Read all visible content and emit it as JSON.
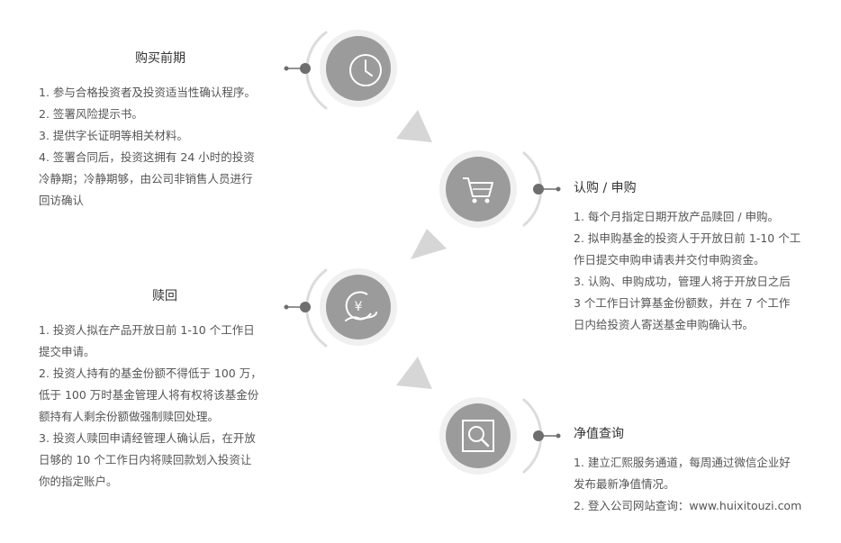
{
  "steps": [
    {
      "id": "purchase",
      "icon": "clock-icon",
      "title": "购买前期",
      "lines": [
        "1. 参与合格投资者及投资适当性确认程序。",
        "2. 签署风险提示书。",
        "3. 提供字长证明等相关材料。",
        "4. 签署合同后，投资这拥有 24 小时的投资",
        "冷静期；冷静期够，由公司非销售人员进行",
        "回访确认"
      ]
    },
    {
      "id": "subscribe",
      "icon": "shopping-cart-icon",
      "title": "认购 / 申购",
      "lines": [
        "1. 每个月指定日期开放产品赎回 / 申购。",
        "2. 拟申购基金的投资人于开放日前 1-10 个工",
        "作日提交申购申请表并交付申购资金。",
        "3. 认购、申购成功，管理人将于开放日之后",
        "3 个工作日计算基金份额数，并在 7 个工作",
        "日内给投资人寄送基金申购确认书。"
      ]
    },
    {
      "id": "redeem",
      "icon": "yen-hand-icon",
      "title": "赎回",
      "lines": [
        "1. 投资人拟在产品开放日前 1-10 个工作日",
        "提交申请。",
        "2. 投资人持有的基金份额不得低于 100 万，",
        "低于 100 万时基金管理人将有权将该基金份",
        "额持有人剩余份额做强制赎回处理。",
        "3. 投资人赎回申请经管理人确认后，在开放",
        "日够的 10 个工作日内将赎回款划入投资让",
        "你的指定账户。"
      ]
    },
    {
      "id": "nav",
      "icon": "search-doc-icon",
      "title": "净值查询",
      "lines": [
        "1. 建立汇熙服务通道，每周通过微信企业好",
        "发布最新净值情况。",
        "2. 登入公司网站查询：www.huixitouzi.com"
      ]
    }
  ],
  "colors": {
    "circle": "#9b9b9b",
    "ring": "#f0f0f0",
    "arc": "#dcdcdc",
    "connector": "#6e6e6e",
    "arrow": "#d6d6d6"
  }
}
